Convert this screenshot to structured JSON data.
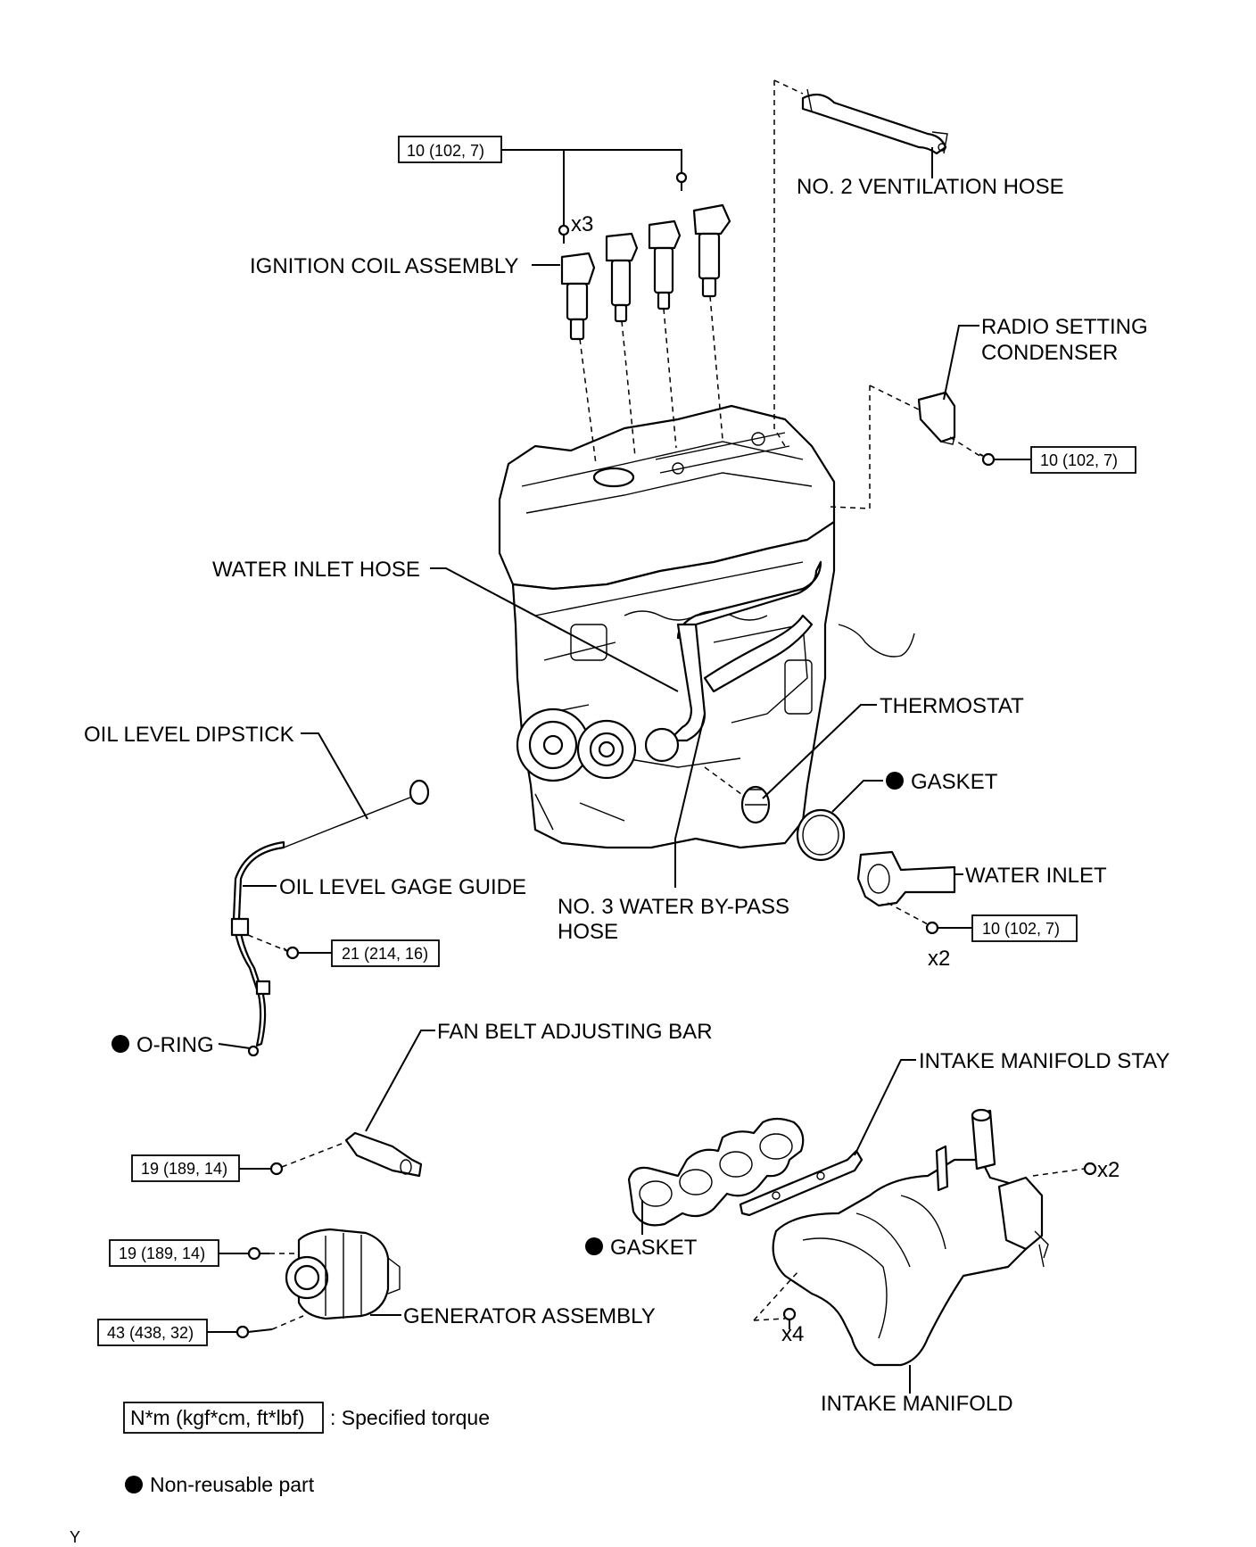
{
  "labels": {
    "ventilation_hose": "NO. 2 VENTILATION HOSE",
    "ignition_coil": "IGNITION COIL ASSEMBLY",
    "radio_condenser_1": "RADIO SETTING",
    "radio_condenser_2": "CONDENSER",
    "water_inlet_hose": "WATER INLET HOSE",
    "thermostat": "THERMOSTAT",
    "oil_dipstick": "OIL LEVEL DIPSTICK",
    "gasket_thermostat": "GASKET",
    "water_inlet": "WATER INLET",
    "oil_gage_guide": "OIL LEVEL GAGE GUIDE",
    "bypass_hose_1": "NO. 3 WATER BY-PASS",
    "bypass_hose_2": "HOSE",
    "o_ring": "O-RING",
    "fan_belt_bar": "FAN BELT ADJUSTING BAR",
    "intake_stay": "INTAKE MANIFOLD STAY",
    "gasket_intake": "GASKET",
    "generator": "GENERATOR ASSEMBLY",
    "intake_manifold": "INTAKE MANIFOLD"
  },
  "quantities": {
    "coil_bolts": "x3",
    "water_inlet_nuts": "x2",
    "manifold_nuts": "x2",
    "manifold_bolts": "x4"
  },
  "torques": {
    "ignition_coil": "10 (102, 7)",
    "radio_condenser": "10 (102, 7)",
    "water_inlet": "10 (102, 7)",
    "gage_guide": "21 (214, 16)",
    "fan_belt_bar": "19 (189, 14)",
    "generator_upper": "19 (189, 14)",
    "generator_lower": "43 (438, 32)"
  },
  "legend": {
    "torque_unit": "N*m (kgf*cm, ft*lbf)",
    "torque_desc": ": Specified torque",
    "non_reusable": "Non-reusable part"
  },
  "corner_mark": "Y"
}
